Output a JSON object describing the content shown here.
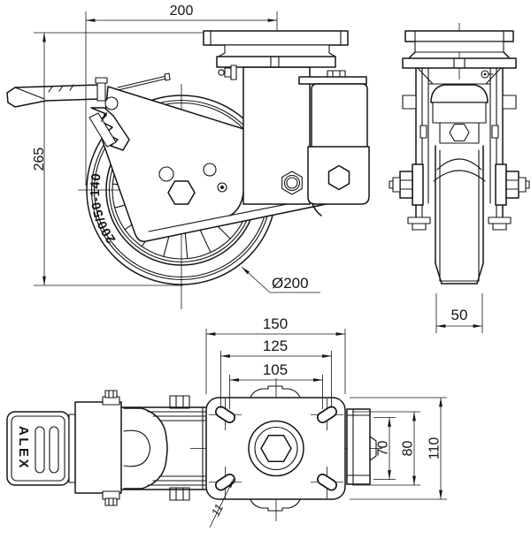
{
  "dimensions": {
    "front": {
      "top_width": "200",
      "overall_height": "265",
      "wheel_diameter": "Ø200"
    },
    "side": {
      "wheel_width": "50"
    },
    "plan": {
      "plate_length": "150",
      "bolt_span_outer": "125",
      "bolt_span_inner": "105",
      "bolt_span_short_inner": "70",
      "bolt_span_short_outer": "80",
      "plate_width": "110",
      "slot_width": "11"
    }
  },
  "labels": {
    "tire_marking": "200/50-140",
    "brand": "ALEX"
  },
  "colors": {
    "line": "#141414",
    "background": "#ffffff"
  }
}
